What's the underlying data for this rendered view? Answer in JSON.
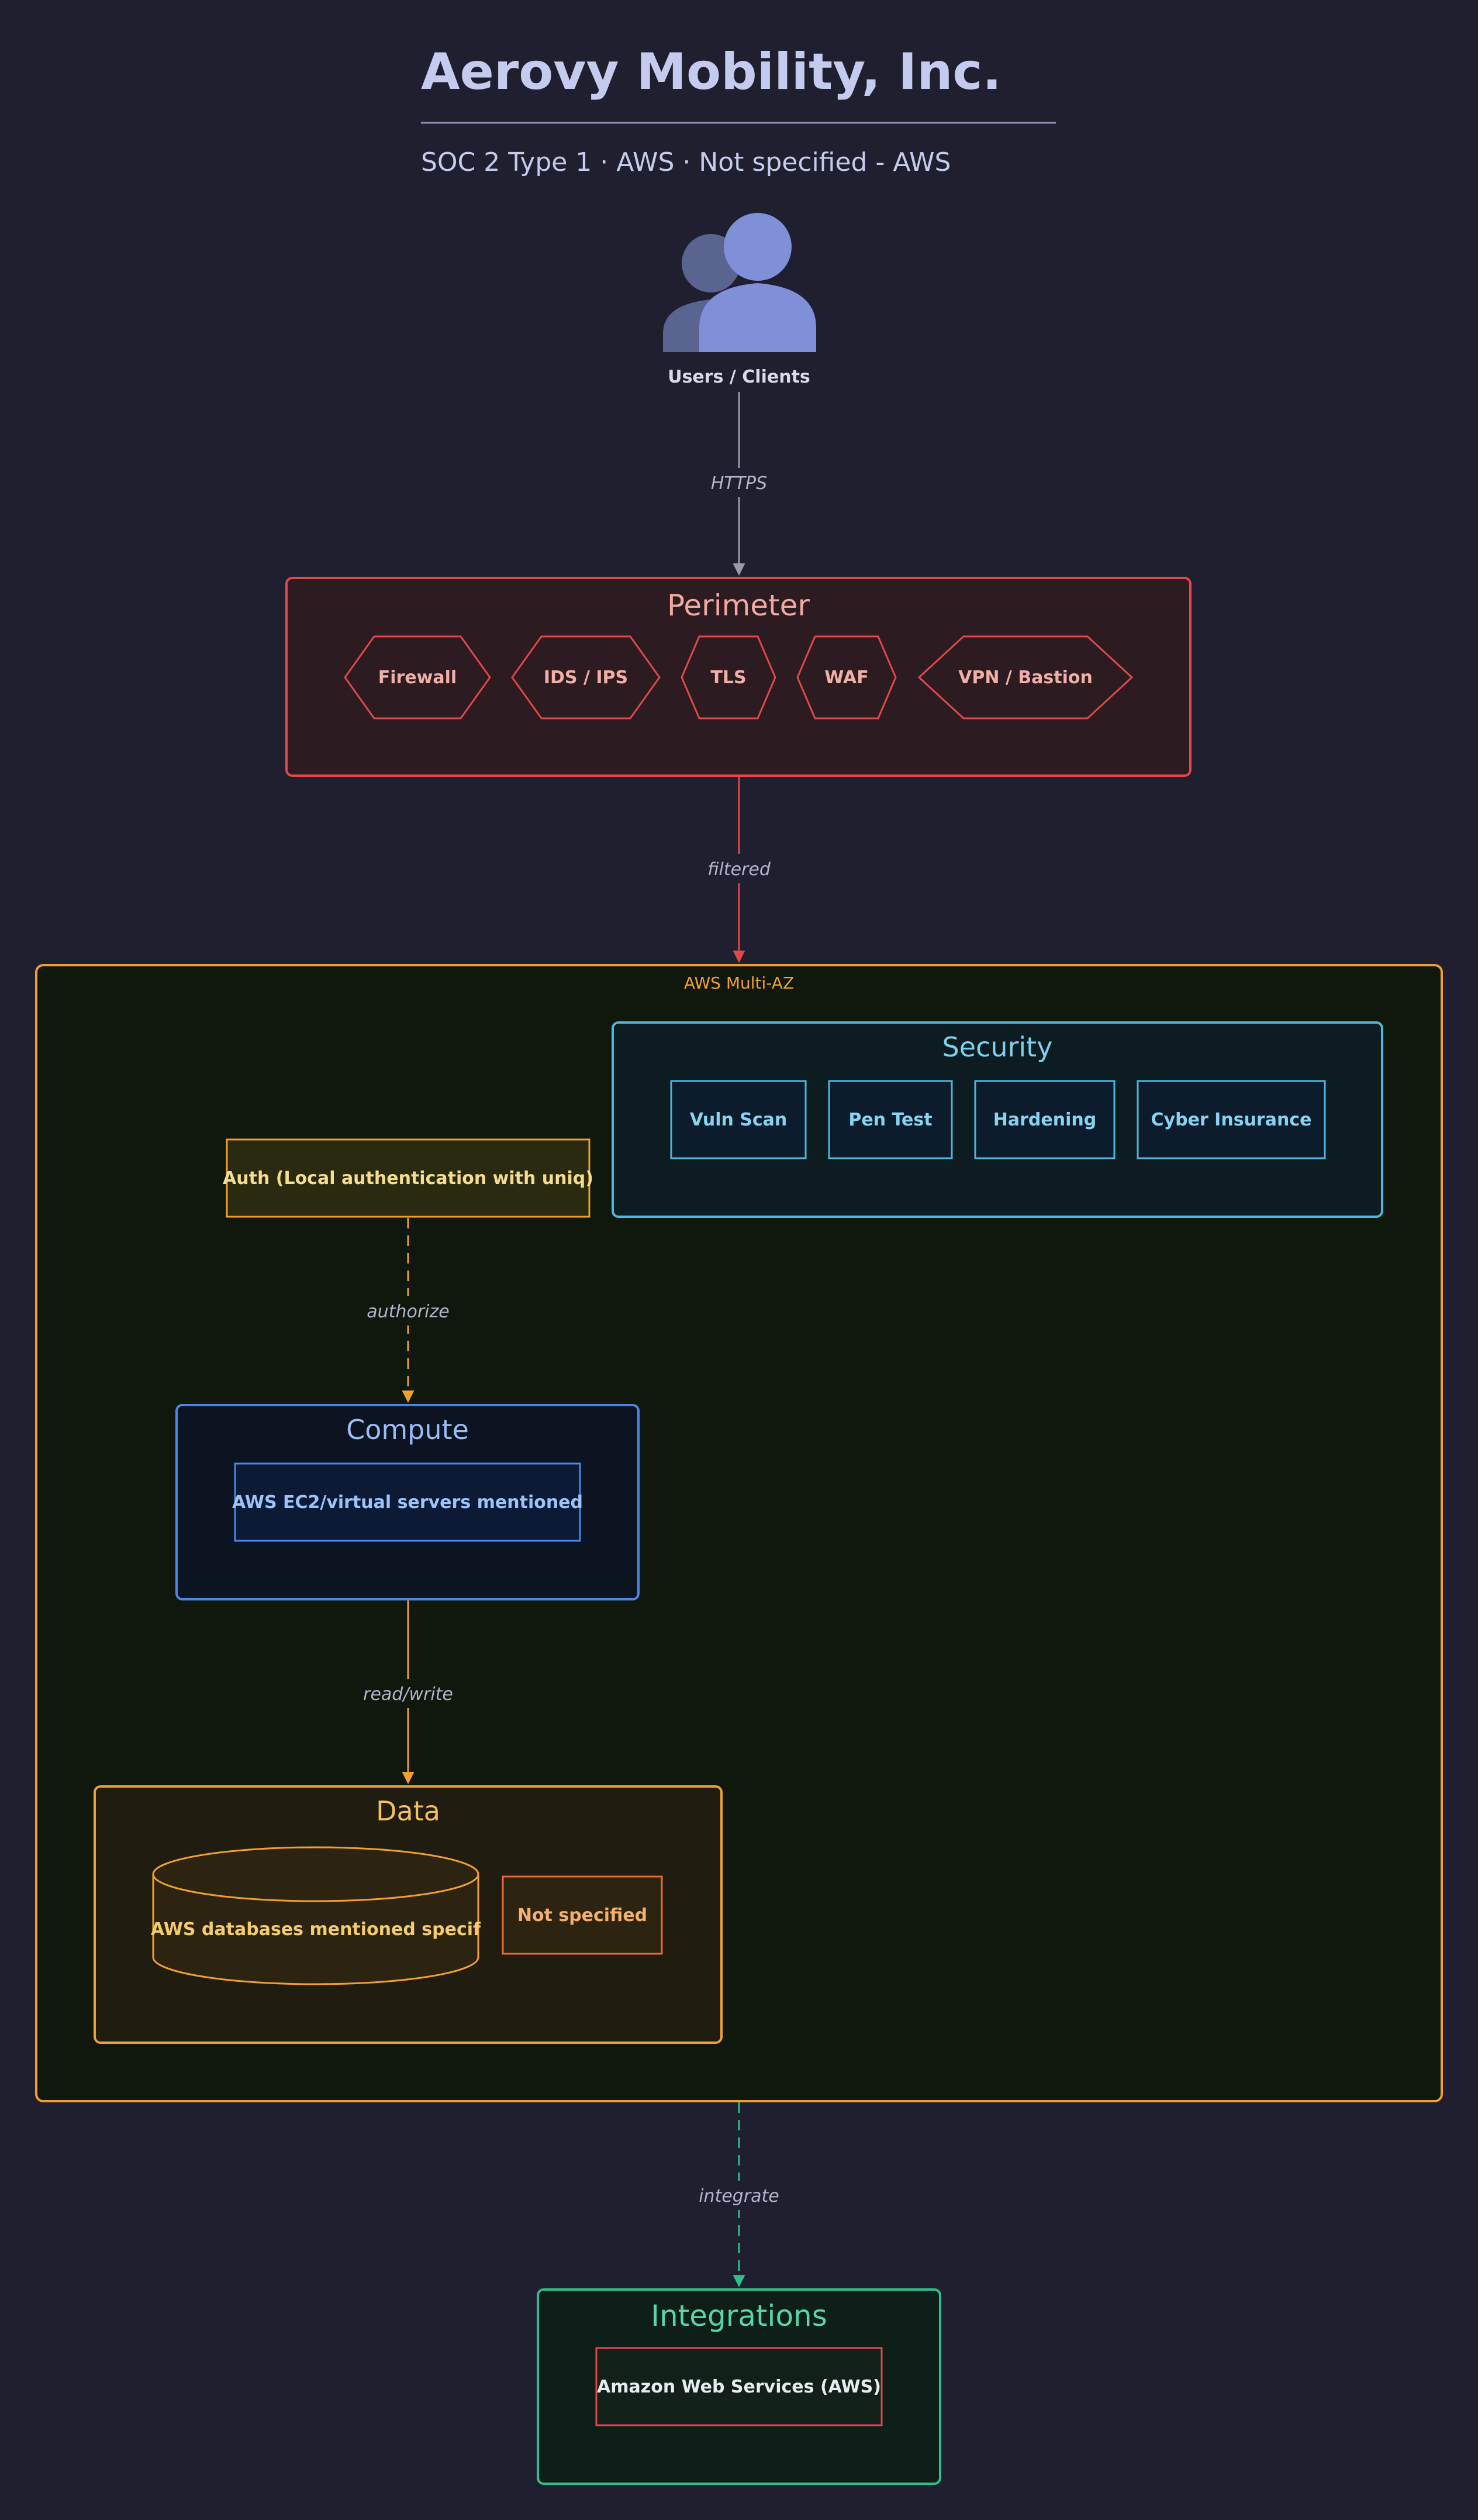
{
  "header": {
    "title": "Aerovy Mobility, Inc.",
    "subtitle": "SOC 2 Type 1 · AWS · Not specified - AWS"
  },
  "users": {
    "label": "Users / Clients",
    "icon": "users-icon"
  },
  "edges": {
    "https": "HTTPS",
    "filtered": "filtered",
    "authorize": "authorize",
    "read_write": "read/write",
    "integrate": "integrate"
  },
  "perimeter": {
    "title": "Perimeter",
    "items": [
      "Firewall",
      "IDS / IPS",
      "TLS",
      "WAF",
      "VPN / Bastion"
    ]
  },
  "cloud": {
    "label": "AWS Multi-AZ"
  },
  "security": {
    "title": "Security",
    "items": [
      "Vuln Scan",
      "Pen Test",
      "Hardening",
      "Cyber Insurance"
    ]
  },
  "auth": {
    "label": "Auth (Local authentication with uniq)"
  },
  "compute": {
    "title": "Compute",
    "item": "AWS EC2/virtual servers mentioned"
  },
  "data_group": {
    "title": "Data",
    "database": "AWS databases mentioned specif",
    "other": "Not specified"
  },
  "integrations": {
    "title": "Integrations",
    "item": "Amazon Web Services (AWS)"
  },
  "colors": {
    "background": "#1f1f2f",
    "title": "#c5cbee",
    "perimeter": "#e0484a",
    "cloud": "#f0a030",
    "security": "#4cb8e0",
    "compute": "#4a88e8",
    "data": "#f0a030",
    "integrations": "#2ec08a",
    "users_icon": "#7f8fd8"
  }
}
